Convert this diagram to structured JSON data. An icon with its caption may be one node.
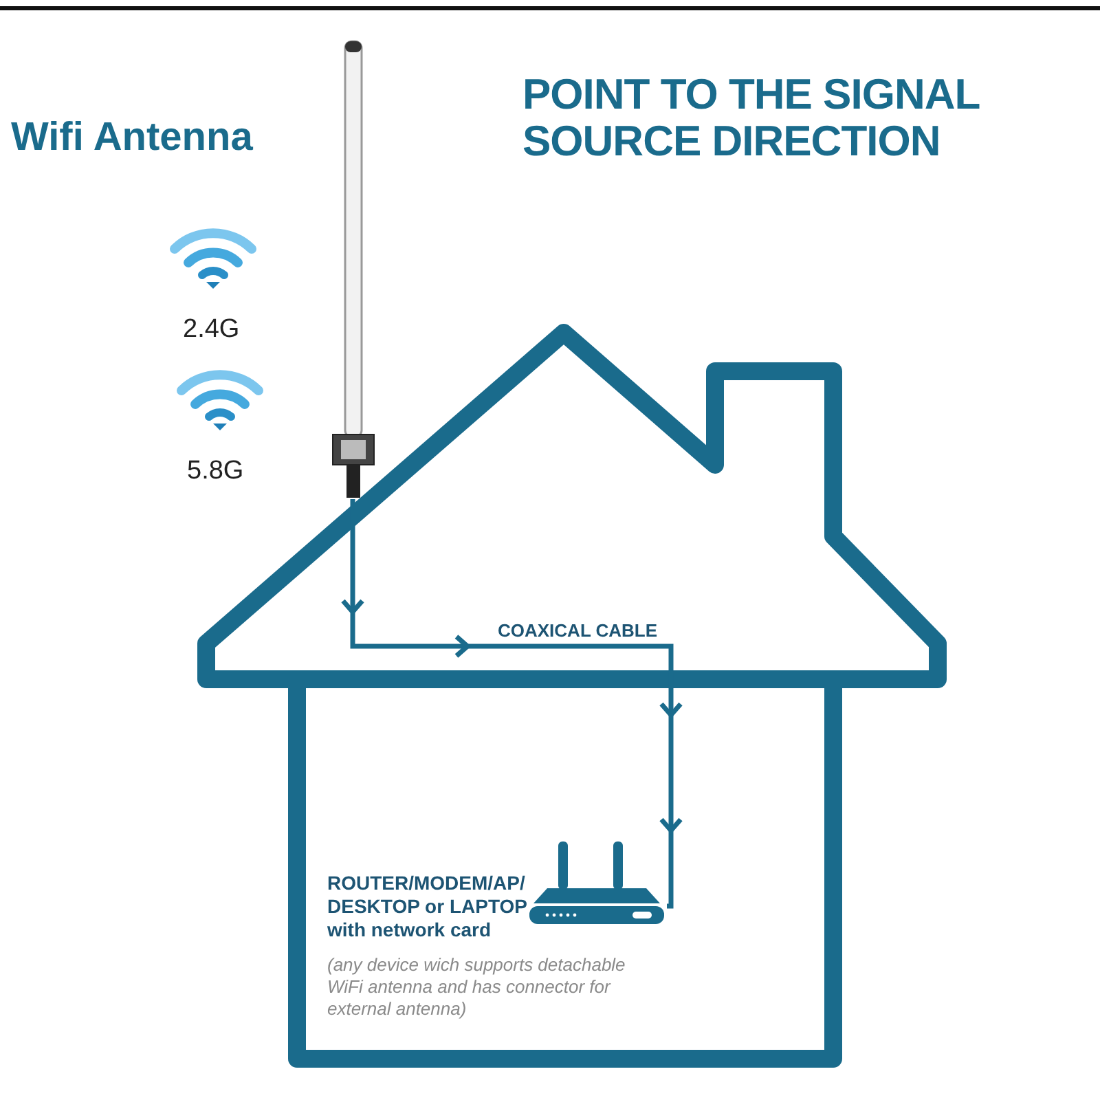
{
  "diagram": {
    "title": "POINT TO THE SIGNAL SOURCE DIRECTION",
    "nodes": [
      {
        "text": [],
        "shape": "picture"
      },
      {
        "text": [],
        "shape": "picture",
        "beside": [
          "ROUTER/MODEM/AP/ DESKTOP or LAPTOP with network card",
          "(any device wich supports detachable WiFi antenna and has connector for external antenna)"
        ]
      }
    ],
    "edges": [
      {
        "from": 0,
        "to": 1,
        "arrow": "to",
        "label": "COAXICAL CABLE"
      }
    ],
    "labels": [
      "Wifi Antenna",
      "2.4G",
      "5.8G"
    ]
  }
}
